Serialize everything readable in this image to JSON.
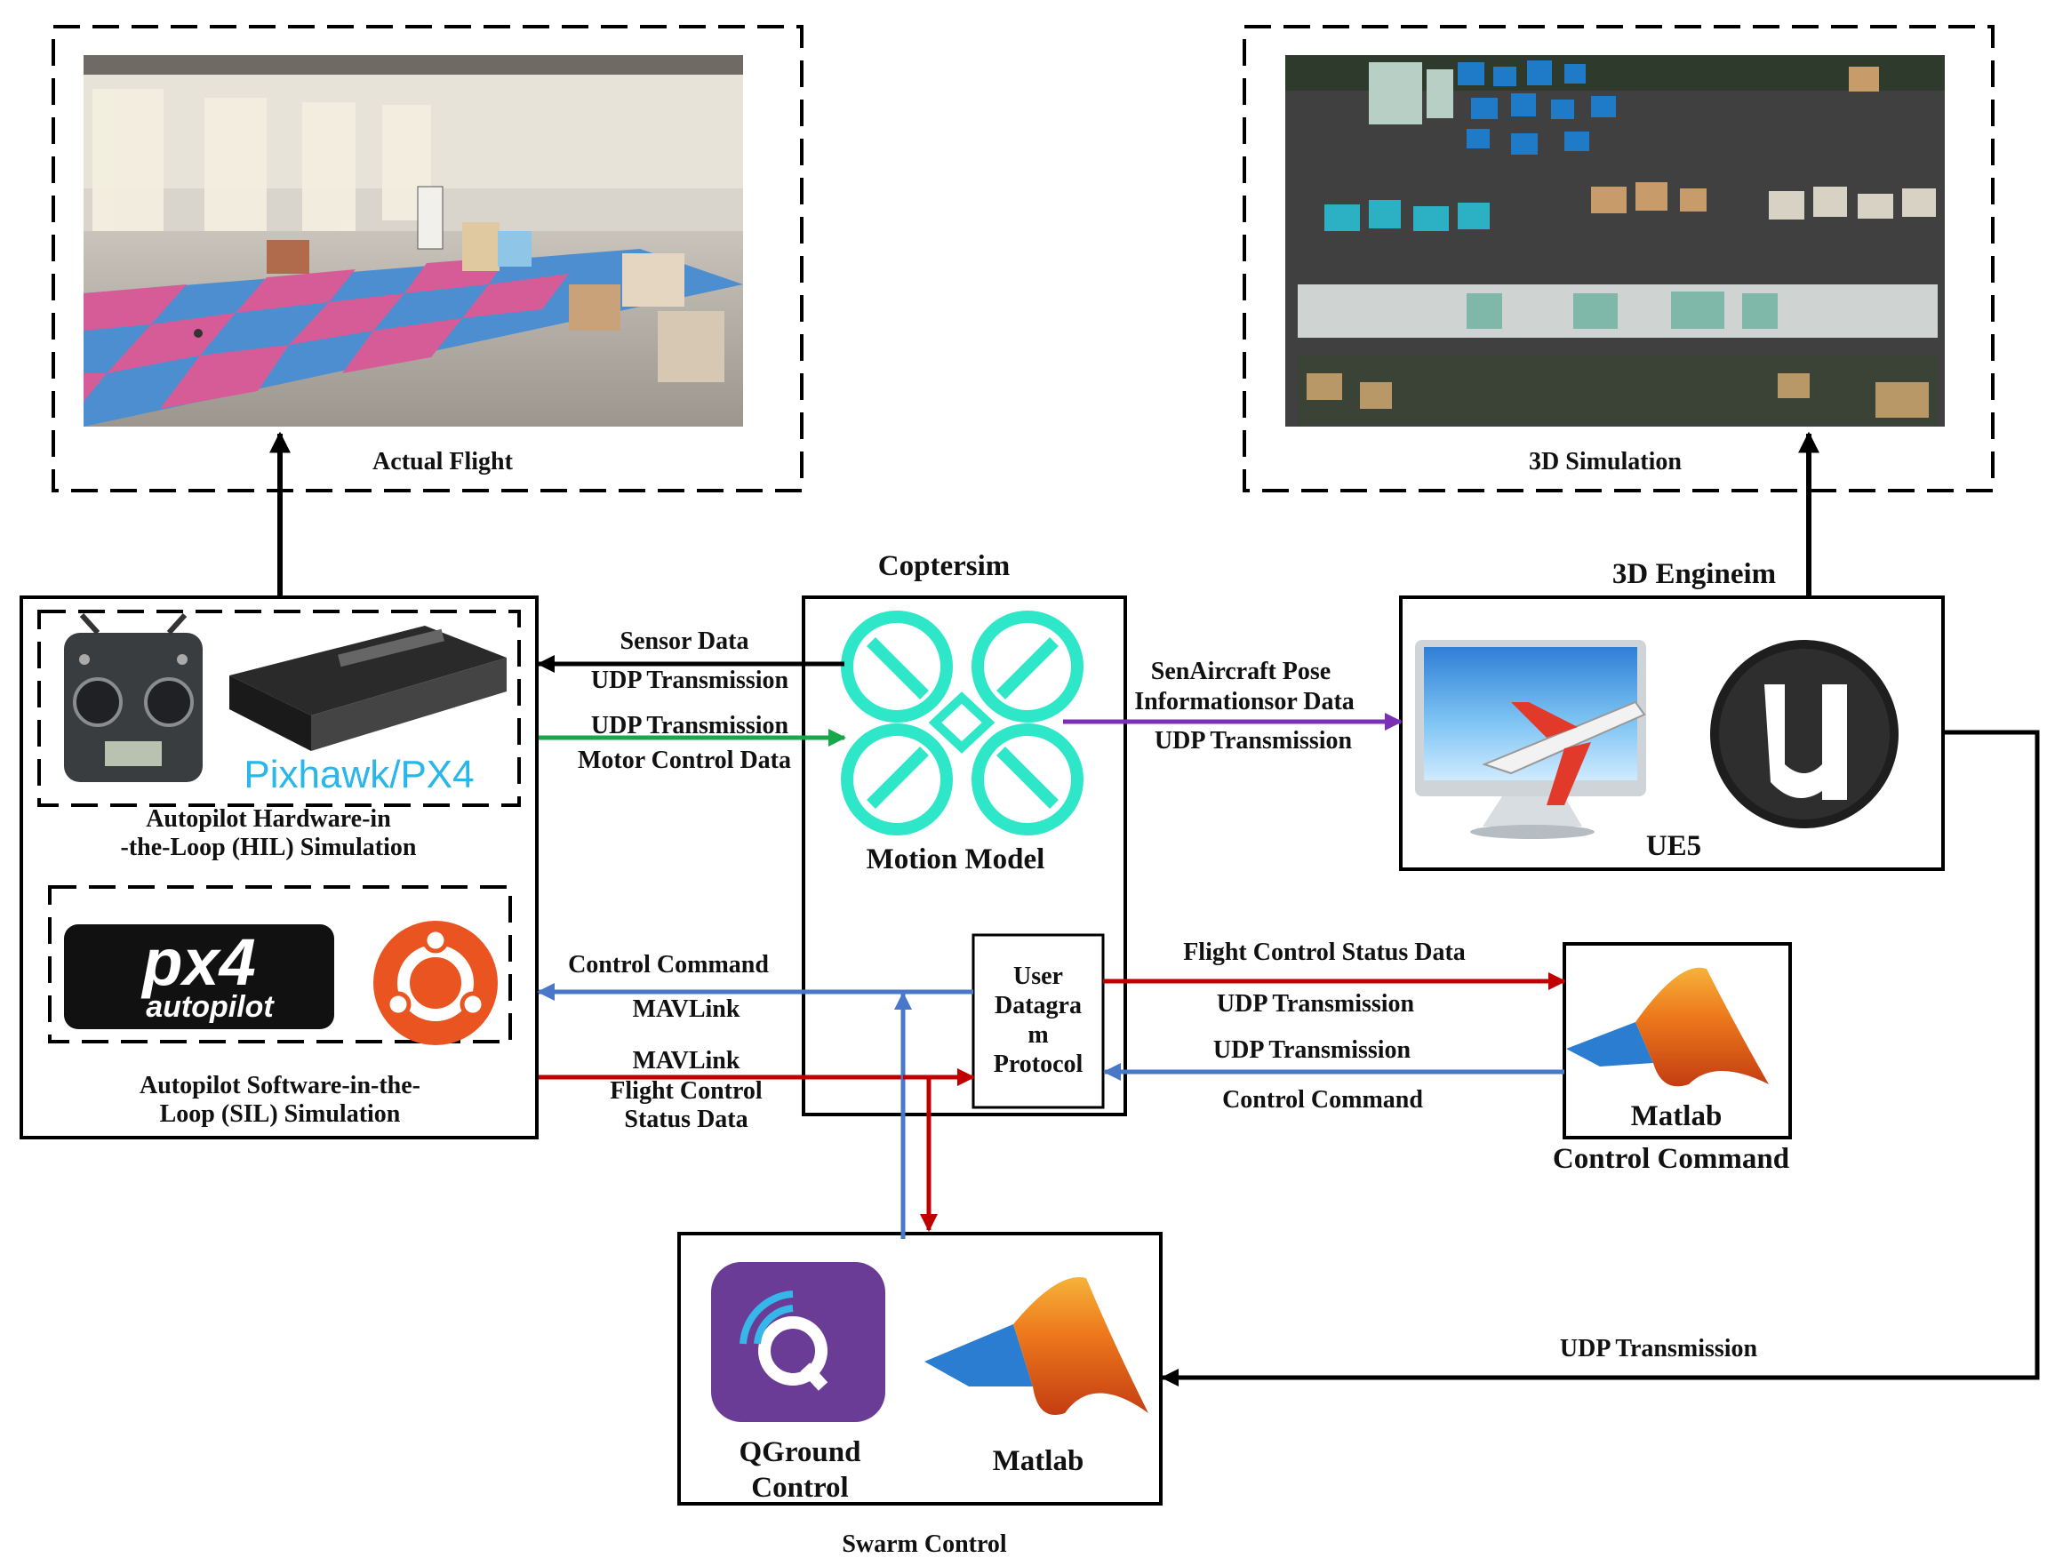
{
  "panels": {
    "actual_flight": "Actual Flight",
    "simulation_3d": "3D Simulation"
  },
  "coptersim": {
    "title": "Coptersim",
    "motion_model": "Motion Model",
    "udp_box": [
      "User",
      "Datagra",
      "m",
      "Protocol"
    ]
  },
  "engine": {
    "title": "3D Engineim",
    "ue_label": "UE5"
  },
  "autopilot": {
    "pixhawk_label": "Pixhawk/PX4",
    "px4_logo_main": "px4",
    "px4_logo_sub": "autopilot",
    "hil_caption": [
      "Autopilot Hardware-in",
      "-the-Loop (HIL) Simulation"
    ],
    "sil_caption": [
      "Autopilot Software-in-the-",
      "Loop (SIL) Simulation"
    ]
  },
  "matlab_right": {
    "name": "Matlab",
    "caption": "Control Command"
  },
  "swarm": {
    "qground": [
      "QGround",
      "Control"
    ],
    "matlab": "Matlab",
    "title": "Swarm Control"
  },
  "links": {
    "sensor": [
      "Sensor Data",
      "UDP Transmission"
    ],
    "motor": [
      "UDP Transmission",
      "Motor Control Data"
    ],
    "pose": [
      "SenAircraft Pose",
      "Informationsor Data",
      "UDP Transmission"
    ],
    "mavlink_cmd": [
      "Control Command",
      "MAVLink"
    ],
    "mavlink_status": [
      "MAVLink",
      "Flight Control",
      "Status Data"
    ],
    "flight_status": [
      "Flight Control Status Data",
      "UDP Transmission"
    ],
    "matlab_cmd": [
      "UDP Transmission",
      "Control Command"
    ],
    "ue_to_swarm": "UDP Transmission"
  },
  "colors": {
    "black_arrow": "#000000",
    "green_arrow": "#1aa64a",
    "purple_arrow": "#7b2fb5",
    "blue_arrow": "#4a78c8",
    "red_arrow": "#c00000",
    "coptersim_teal": "#2ee6c8"
  }
}
